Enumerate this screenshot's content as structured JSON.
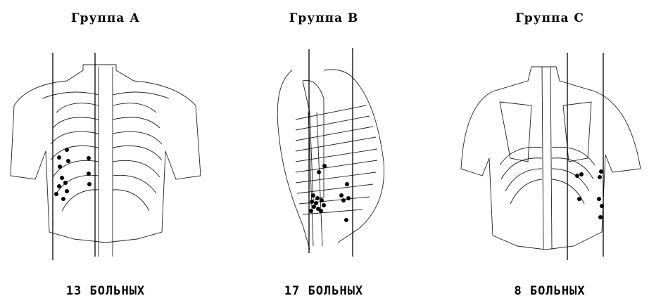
{
  "panels": [
    {
      "title": "Группа А",
      "caption": "13 БОЛЬНЫХ",
      "view": "anterior-chest",
      "dot_count": 13
    },
    {
      "title": "Группа В",
      "caption": "17 БОЛЬНЫХ",
      "view": "lateral-chest",
      "dot_count": 17
    },
    {
      "title": "Группа С",
      "caption": "8 БОЛЬНЫХ",
      "view": "posterior-chest",
      "dot_count": 8
    }
  ],
  "colors": {
    "ink": "#000000",
    "background": "#ffffff"
  }
}
